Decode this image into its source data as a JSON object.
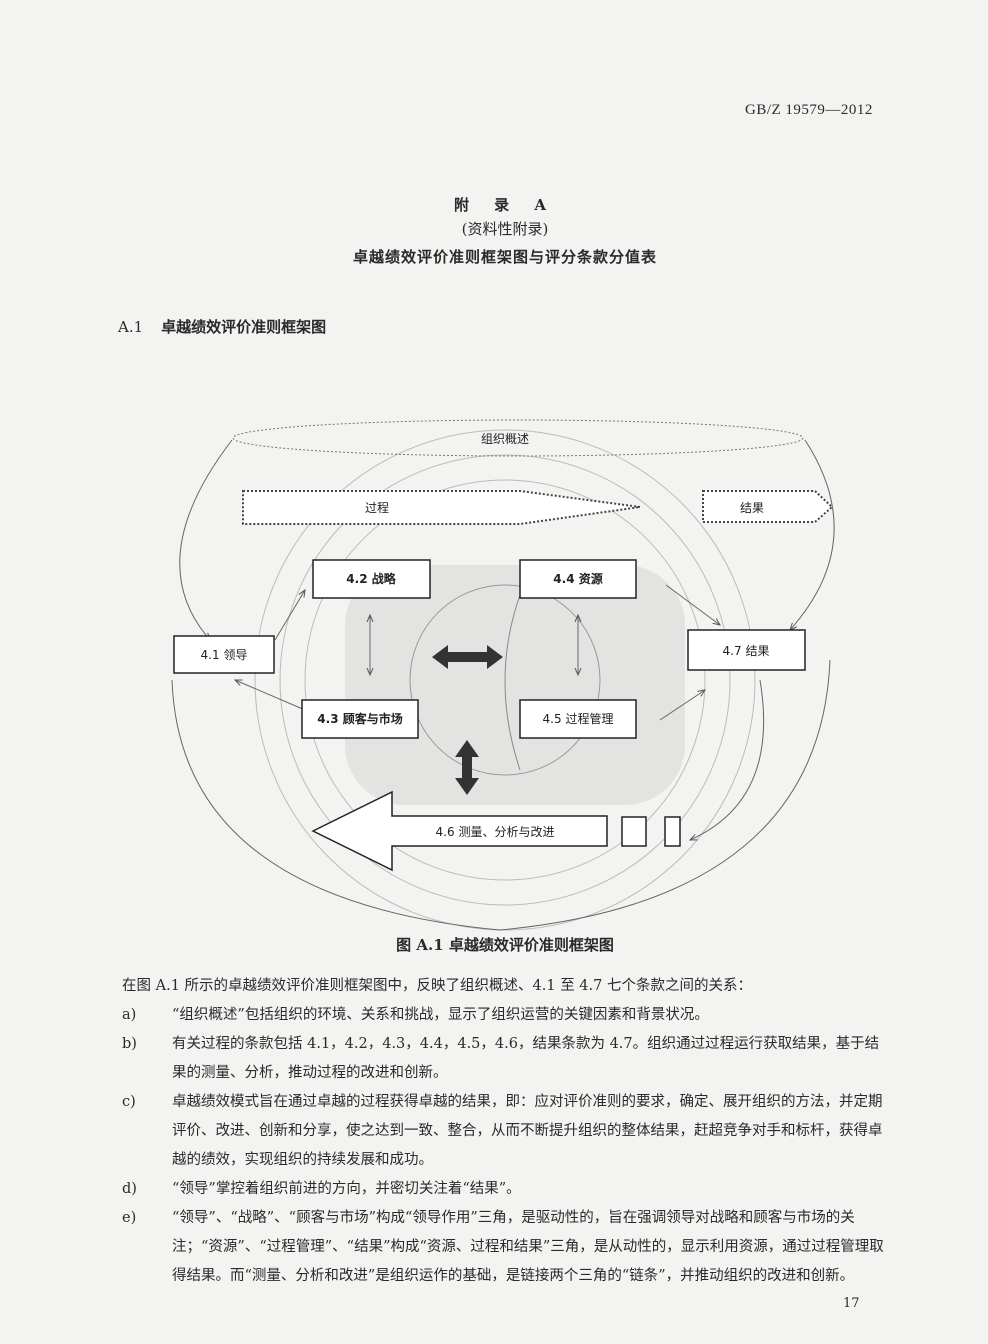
{
  "header": {
    "standard_code": "GB/Z 19579—2012"
  },
  "title": {
    "appendix": "附 录 A",
    "type": "(资料性附录)",
    "main": "卓越绩效评价准则框架图与评分条款分值表"
  },
  "section": {
    "number": "A.1",
    "title": "卓越绩效评价准则框架图"
  },
  "diagram": {
    "org_overview": "组织概述",
    "process_arrow": "过程",
    "result_arrow": "结果",
    "boxes": {
      "leadership": "4.1  领导",
      "strategy": "4.2  战略",
      "customer": "4.3  顾客与市场",
      "resources": "4.4  资源",
      "process_mgmt": "4.5  过程管理",
      "measurement": "4.6  测量、分析与改进",
      "results": "4.7  结果"
    }
  },
  "caption": "图 A.1    卓越绩效评价准则框架图",
  "intro": "在图 A.1 所示的卓越绩效评价准则框架图中，反映了组织概述、4.1 至 4.7 七个条款之间的关系：",
  "items": [
    {
      "label": "a)",
      "text": "“组织概述”包括组织的环境、关系和挑战，显示了组织运营的关键因素和背景状况。"
    },
    {
      "label": "b)",
      "text": "有关过程的条款包括 4.1，4.2，4.3，4.4，4.5，4.6，结果条款为 4.7。组织通过过程运行获取结果，基于结果的测量、分析，推动过程的改进和创新。"
    },
    {
      "label": "c)",
      "text": "卓越绩效模式旨在通过卓越的过程获得卓越的结果，即：应对评价准则的要求，确定、展开组织的方法，并定期评价、改进、创新和分享，使之达到一致、整合，从而不断提升组织的整体结果，赶超竞争对手和标杆，获得卓越的绩效，实现组织的持续发展和成功。"
    },
    {
      "label": "d)",
      "text": "“领导”掌控着组织前进的方向，并密切关注着“结果”。"
    },
    {
      "label": "e)",
      "text": "“领导”、“战略”、“顾客与市场”构成“领导作用”三角，是驱动性的，旨在强调领导对战略和顾客与市场的关注；“资源”、“过程管理”、“结果”构成“资源、过程和结果”三角，是从动性的，显示利用资源，通过过程管理取得结果。而“测量、分析和改进”是组织运作的基础，是链接两个三角的“链条”，并推动组织的改进和创新。"
    }
  ],
  "page_number": "17"
}
